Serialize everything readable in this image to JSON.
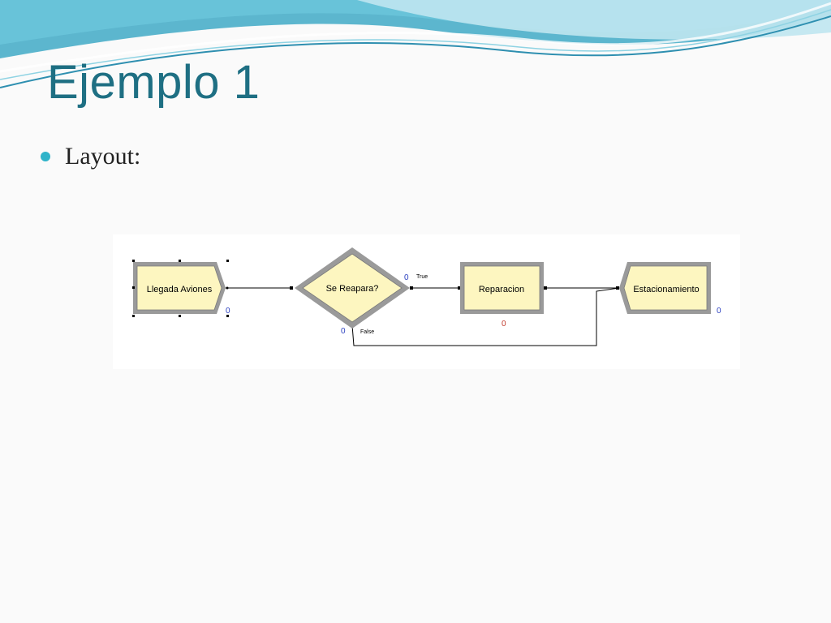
{
  "slide": {
    "title": "Ejemplo 1",
    "bullet": "Layout:",
    "accent_color": "#1e6f83",
    "bullet_color": "#2fb3c9"
  },
  "diagram": {
    "nodes": {
      "create": {
        "label": "Llegada Aviones",
        "count": "0"
      },
      "decide": {
        "label": "Se Reapara?",
        "count_true": "0",
        "count_false": "0"
      },
      "process": {
        "label": "Reparacion",
        "count": "0"
      },
      "dispose": {
        "label": "Estacionamiento",
        "count": "0"
      }
    },
    "branch_labels": {
      "true": "True",
      "false": "False"
    },
    "module_fill": "#fdf6c0",
    "counter_color": "#2a3fbf",
    "queue_counter_color": "#c0392b"
  }
}
